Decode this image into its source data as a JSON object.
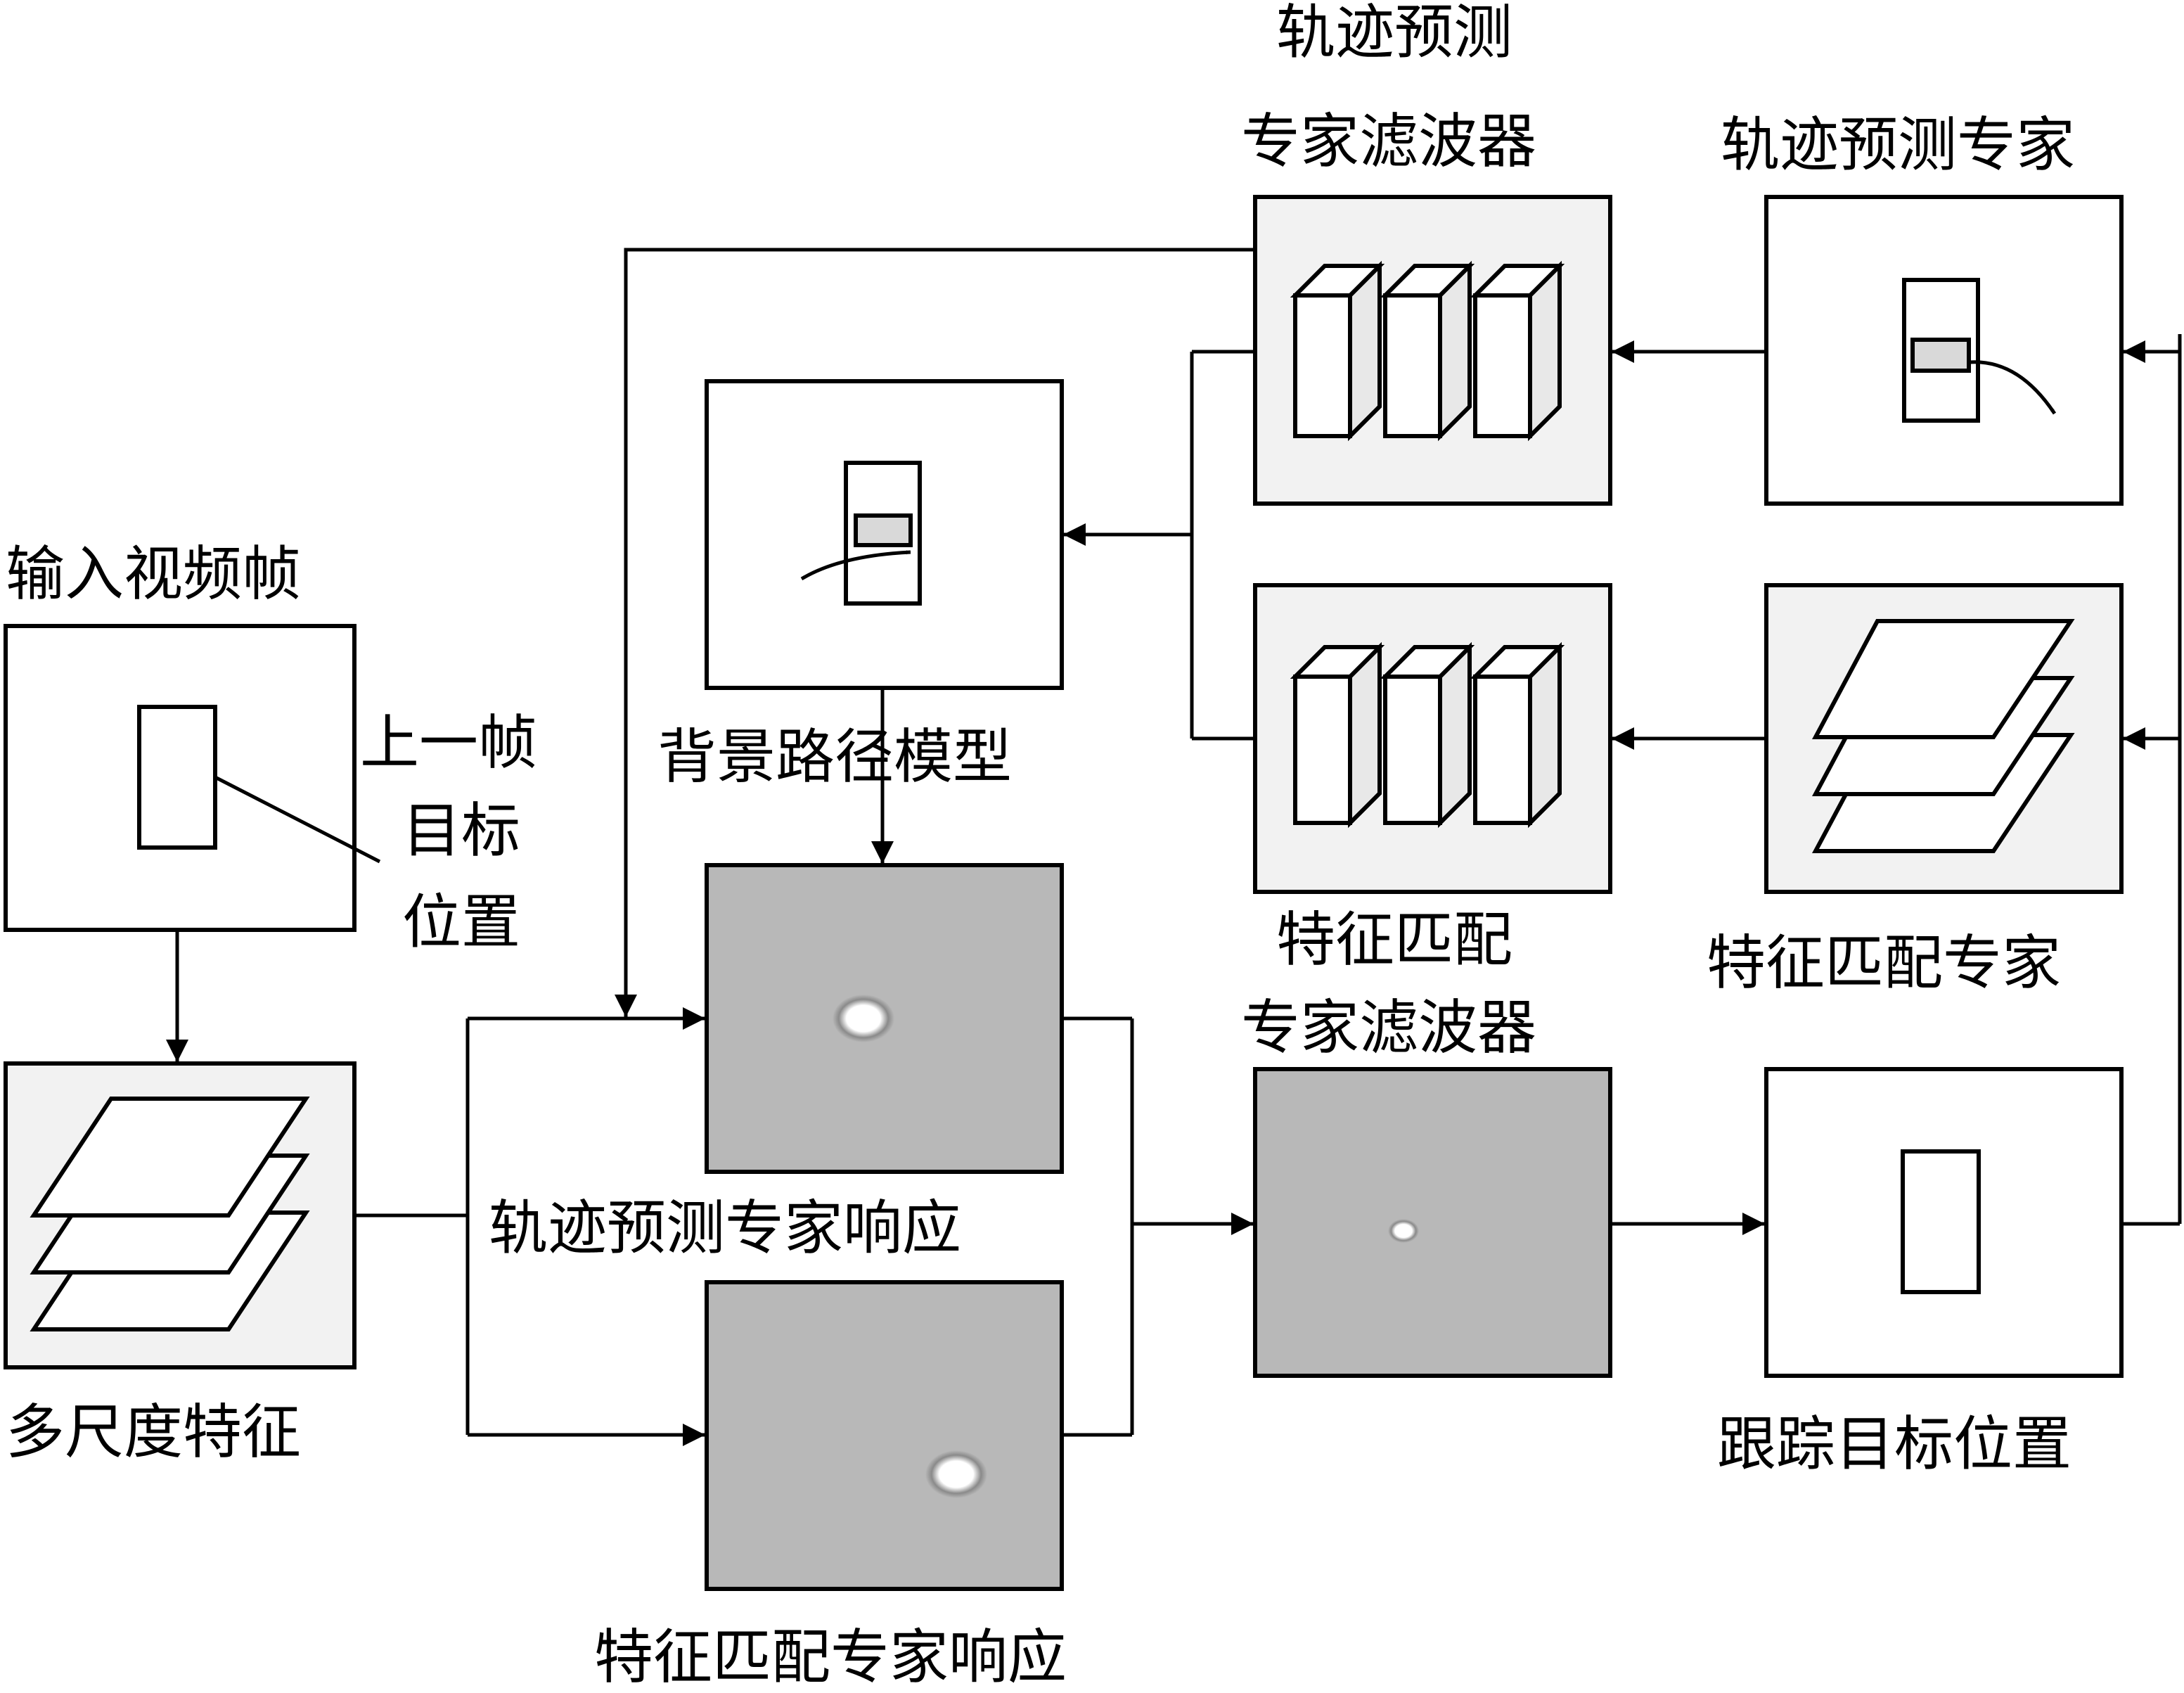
{
  "labels": {
    "input_frame": "输入视频帧",
    "prev_target_1": "上一帧",
    "prev_target_2": "目标",
    "prev_target_3": "位置",
    "multiscale": "多尺度特征",
    "bg_path_model": "背景路径模型",
    "traj_response": "轨迹预测专家响应",
    "feat_response": "特征匹配专家响应",
    "traj_filter_1": "轨迹预测",
    "traj_filter_2": "专家滤波器",
    "feat_filter_1": "特征匹配",
    "feat_filter_2": "专家滤波器",
    "traj_expert": "轨迹预测专家",
    "feat_expert": "特征匹配专家",
    "track_pos": "跟踪目标位置"
  },
  "colors": {
    "panel_light": "#f2f2f2",
    "panel_white": "#ffffff",
    "response_gray": "#b8b8b8",
    "marker_gray": "#d9d9d9",
    "stroke": "#000000"
  }
}
